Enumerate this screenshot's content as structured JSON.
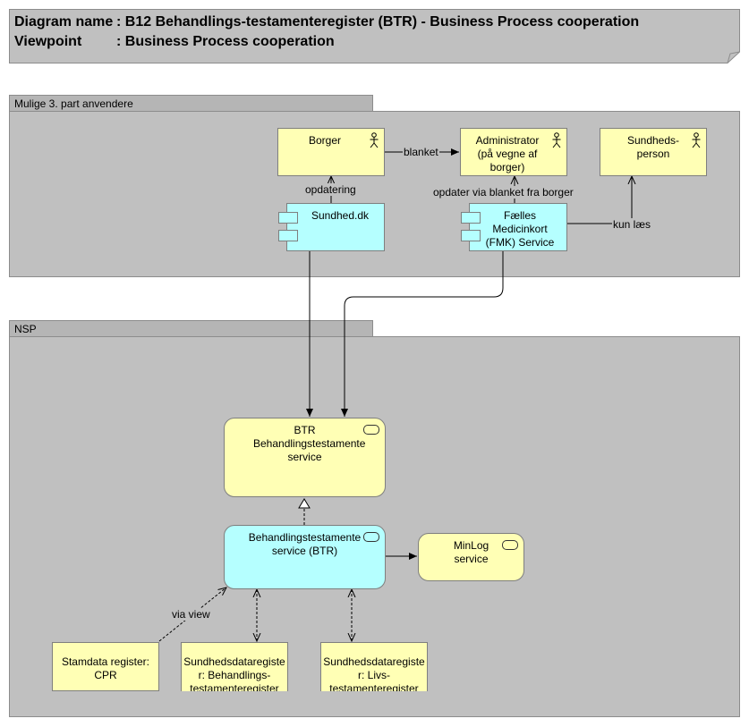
{
  "header": {
    "diagram_name_key": "Diagram name",
    "diagram_name_value": ": B12 Behandlings-testamenteregister (BTR) - Business Process cooperation",
    "viewpoint_key": "Viewpoint",
    "viewpoint_value": ": Business Process cooperation"
  },
  "groups": {
    "third_party": {
      "label": "Mulige 3. part anvendere"
    },
    "nsp": {
      "label": "NSP"
    }
  },
  "elements": {
    "borger": "Borger",
    "administrator": "Administrator (på vegne af borger)",
    "sundhedsperson": "Sundheds- person",
    "sundhed_dk": "Sundhed.dk",
    "fmk": "Fælles Medicinkort (FMK) Service",
    "btr_service": "BTR Behandlingstestamente service",
    "btr_service_impl": "Behandlingstestamente service (BTR)",
    "minlog": "MinLog service",
    "stamdata": "Stamdata register: CPR",
    "sdr_behandling": "Sundhedsdataregiste r: Behandlings- testamenteregister",
    "sdr_livs": "Sundhedsdataregiste r: Livs- testamenteregister"
  },
  "relations": {
    "blanket": "blanket",
    "opdatering": "opdatering",
    "opdater_via_blanket": "opdater via blanket fra borger",
    "kun_laes": "kun læs",
    "via_view": "via view"
  },
  "colors": {
    "actor_fill": "#ffffb5",
    "component_fill": "#b5ffff",
    "group_fill": "#c0c0c0",
    "group_tab": "#b5b5b5"
  }
}
